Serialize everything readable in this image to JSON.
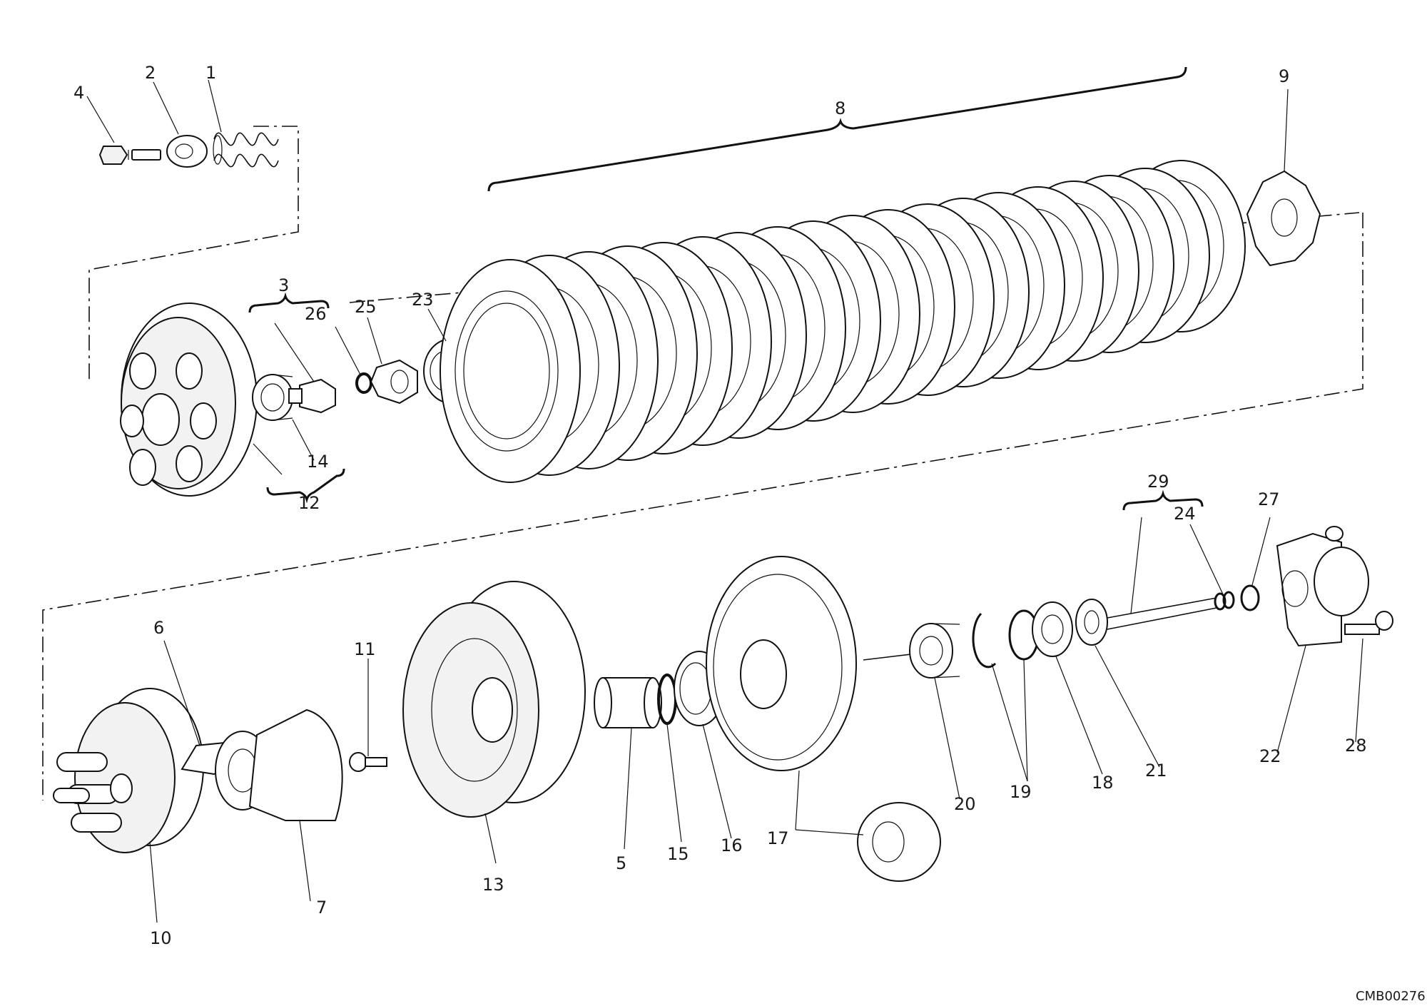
{
  "diagram": {
    "drawing_code": "CMB00276",
    "labels": [
      "1",
      "2",
      "3",
      "4",
      "5",
      "6",
      "7",
      "8",
      "9",
      "10",
      "11",
      "12",
      "13",
      "14",
      "15",
      "16",
      "17",
      "18",
      "19",
      "20",
      "21",
      "22",
      "23",
      "24",
      "25",
      "26",
      "27",
      "28",
      "29"
    ]
  }
}
